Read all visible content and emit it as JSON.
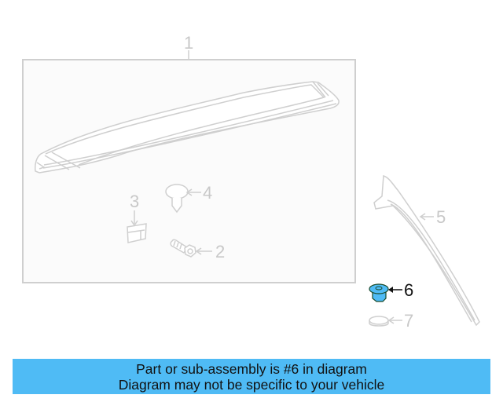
{
  "diagram": {
    "callouts": [
      {
        "id": "1",
        "label": "1",
        "highlighted": false
      },
      {
        "id": "2",
        "label": "2",
        "highlighted": false
      },
      {
        "id": "3",
        "label": "3",
        "highlighted": false
      },
      {
        "id": "4",
        "label": "4",
        "highlighted": false
      },
      {
        "id": "5",
        "label": "5",
        "highlighted": false
      },
      {
        "id": "6",
        "label": "6",
        "highlighted": true
      },
      {
        "id": "7",
        "label": "7",
        "highlighted": false
      }
    ],
    "colors": {
      "line": "#cfcfcf",
      "highlight_fill": "#4fbbf5",
      "highlight_outline": "#1a4a2a",
      "banner": "#4fbbf5"
    }
  },
  "banner": {
    "line1": "Part or sub-assembly is #6 in diagram",
    "line2": "Diagram may not be specific to your vehicle"
  }
}
